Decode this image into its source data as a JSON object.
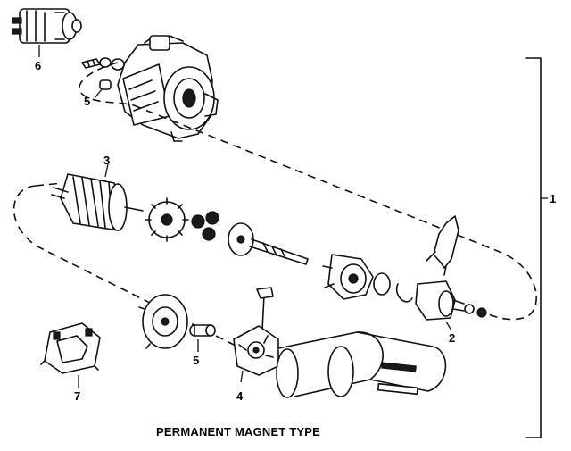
{
  "diagram": {
    "title": "PERMANENT MAGNET TYPE",
    "callouts": {
      "c1": "1",
      "c2": "2",
      "c3": "3",
      "c4": "4",
      "c5a": "5",
      "c5b": "5",
      "c6": "6",
      "c7": "7"
    }
  }
}
